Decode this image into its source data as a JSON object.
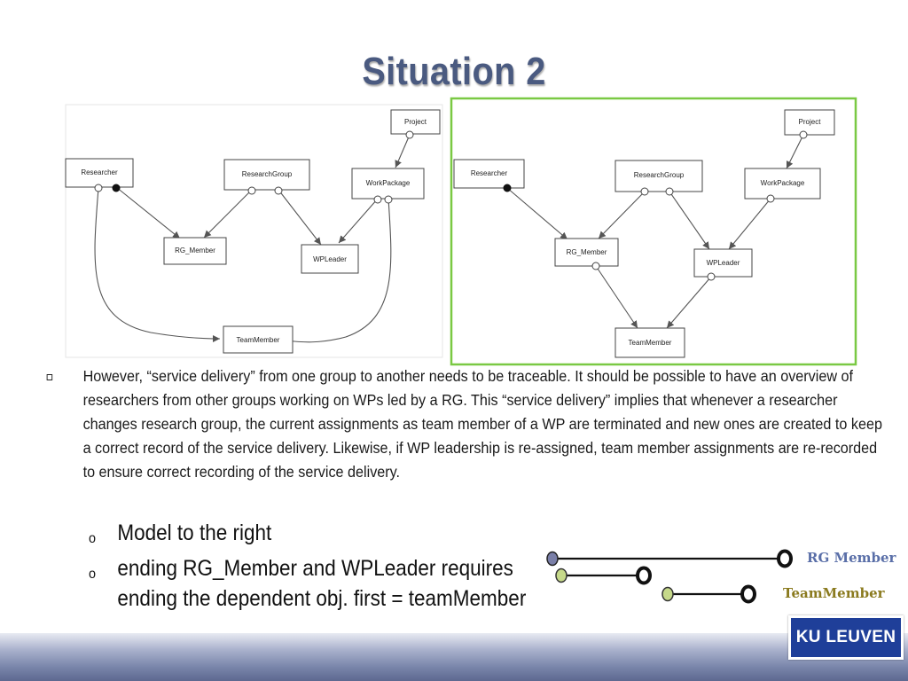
{
  "slide": {
    "title": "Situation 2"
  },
  "diagram_left": {
    "nodes": {
      "project": "Project",
      "researcher": "Researcher",
      "research_group": "ResearchGroup",
      "work_package": "WorkPackage",
      "rg_member": "RG_Member",
      "wp_leader": "WPLeader",
      "team_member": "TeamMember"
    }
  },
  "diagram_right": {
    "nodes": {
      "project": "Project",
      "researcher": "Researcher",
      "research_group": "ResearchGroup",
      "work_package": "WorkPackage",
      "rg_member": "RG_Member",
      "wp_leader": "WPLeader",
      "team_member": "TeamMember"
    },
    "highlight_color": "#7ac943"
  },
  "bullet": {
    "text": "However, “service delivery” from one group to another needs to be traceable. It should be possible to have an overview of researchers from other groups working on WPs led by a RG. This “service delivery” implies that whenever a researcher changes research group, the current assignments as team member of a WP are terminated and new ones are created to keep a correct record of the service delivery. Likewise, if WP leadership is re-assigned, team member assignments are re-recorded to ensure correct recording of the service delivery."
  },
  "sub_bullets": [
    {
      "marker": "o",
      "lines": [
        "Model to the right"
      ]
    },
    {
      "marker": "o",
      "lines": [
        "ending RG_Member and WPLeader requires",
        "ending the dependent obj. first = teamMember"
      ]
    }
  ],
  "legend": {
    "rg_member_label": "RG Member",
    "team_member_label": "TeamMember",
    "rg_member_color": "#5a6fa8",
    "team_member_color": "#8a7a1e"
  },
  "logo": {
    "text": "KU LEUVEN",
    "color": "#1f3f99"
  }
}
